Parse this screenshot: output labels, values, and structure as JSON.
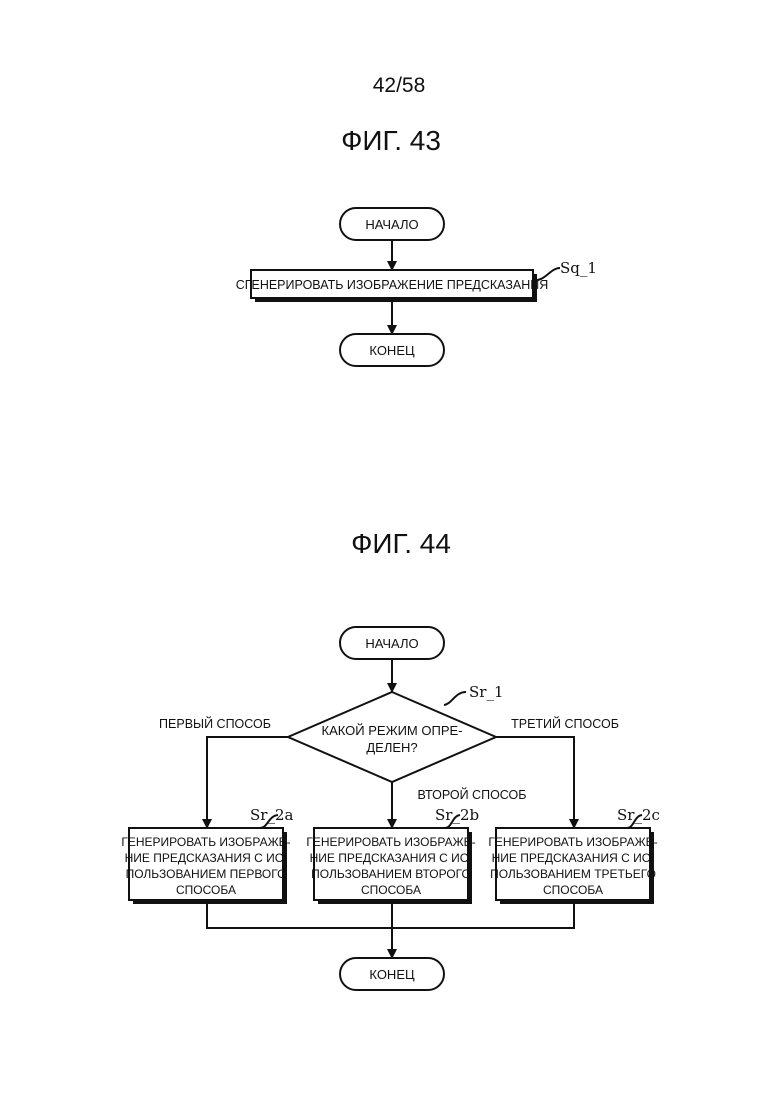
{
  "page_number": "42/58",
  "fig43": {
    "title": "ФИГ. 43",
    "start": "НАЧАЛО",
    "step": "СГЕНЕРИРОВАТЬ ИЗОБРАЖЕНИЕ ПРЕДСКАЗАНИЯ",
    "step_ref": "Sq_1",
    "end": "КОНЕЦ"
  },
  "fig44": {
    "title": "ФИГ. 44",
    "start": "НАЧАЛО",
    "decision": [
      "КАКОЙ РЕЖИМ ОПРЕ-",
      "ДЕЛЕН?"
    ],
    "decision_ref": "Sr_1",
    "branch_left": "ПЕРВЫЙ СПОСОБ",
    "branch_mid": "ВТОРОЙ СПОСОБ",
    "branch_right": "ТРЕТИЙ СПОСОБ",
    "box_a": [
      "ГЕНЕРИРОВАТЬ ИЗОБРАЖЕ-",
      "НИЕ ПРЕДСКАЗАНИЯ С ИС-",
      "ПОЛЬЗОВАНИЕМ ПЕРВОГО",
      "СПОСОБА"
    ],
    "box_a_ref": "Sr_2a",
    "box_b": [
      "ГЕНЕРИРОВАТЬ ИЗОБРАЖЕ-",
      "НИЕ ПРЕДСКАЗАНИЯ С ИС-",
      "ПОЛЬЗОВАНИЕМ ВТОРОГО",
      "СПОСОБА"
    ],
    "box_b_ref": "Sr_2b",
    "box_c": [
      "ГЕНЕРИРОВАТЬ ИЗОБРАЖЕ-",
      "НИЕ ПРЕДСКАЗАНИЯ С ИС-",
      "ПОЛЬЗОВАНИЕМ ТРЕТЬЕГО",
      "СПОСОБА"
    ],
    "box_c_ref": "Sr_2c",
    "end": "КОНЕЦ"
  }
}
